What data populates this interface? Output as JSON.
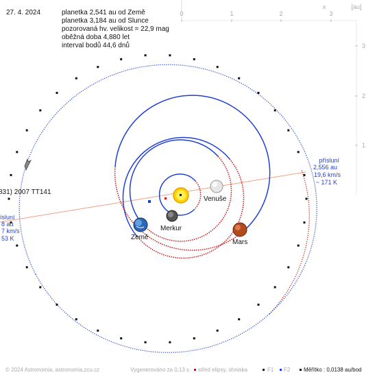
{
  "date": "27. 4. 2024",
  "info_lines": [
    "planetka 2,541 au od Země",
    "planetka 3,184 au od Slunce",
    "pozorovaná hv. velikost = 22,9 mag",
    "oběžná doba 4,880 let",
    "interval bodů 44,6 dnů"
  ],
  "axis": {
    "x_label": "x",
    "unit_label": "[au]",
    "x_ticks": [
      "0",
      "1",
      "2",
      "3"
    ],
    "y_ticks": [
      "3",
      "2",
      "1"
    ]
  },
  "labels": {
    "asteroid": "831) 2007 TT141",
    "venus": "Venuše",
    "mercury": "Merkur",
    "earth": "Země",
    "mars": "Mars"
  },
  "perihelion": {
    "title": "přísluní",
    "distance": "2,556 au",
    "speed": "19,6 km/s",
    "temp": "~ 171 K"
  },
  "aphelion_partial": {
    "title": "ísluní",
    "distance": "8 au",
    "speed": "7 km/s",
    "temp": "53 K"
  },
  "footer": {
    "copyright": "© 2024 Astronomia, astronomia.zcu.cz",
    "generated": "Vygenerováno za 0,13 s",
    "center_marker": "střed elipsy, ohniska",
    "f1": "F1",
    "f2": "F2",
    "scale": "Měřítko : 0,0138 au/bod"
  },
  "colors": {
    "near_side": "#1f3fd1",
    "far_side": "#cc1111",
    "asteroid_orbit_near": "#1f3fd1",
    "apsis_line": "#f0a080"
  }
}
